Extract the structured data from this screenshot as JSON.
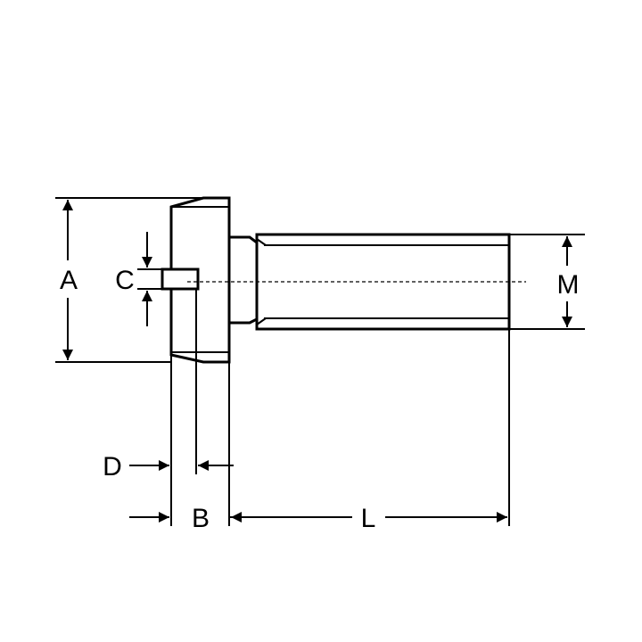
{
  "diagram": {
    "labels": {
      "A": "A",
      "B": "B",
      "C": "C",
      "D": "D",
      "L": "L",
      "M": "M"
    },
    "colors": {
      "stroke": "#000000",
      "background": "#ffffff"
    }
  }
}
